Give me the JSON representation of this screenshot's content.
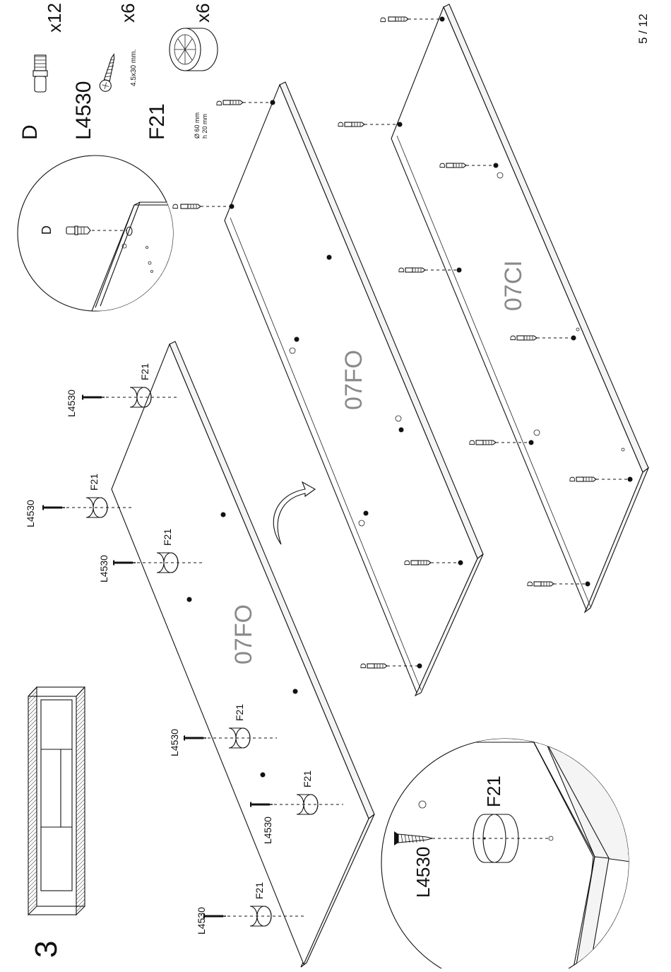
{
  "page": {
    "number": "5 / 12",
    "step": "3"
  },
  "parts": [
    {
      "code": "D",
      "qty": "x12",
      "note": ""
    },
    {
      "code": "L4530",
      "qty": "x6",
      "note": "4.5x30 mm."
    },
    {
      "code": "F21",
      "qty": "x6",
      "note_line1": "Ø 60 mm",
      "note_line2": "h 20 mm"
    }
  ],
  "panels": {
    "top": "07FO",
    "middle": "07FO",
    "bottom": "07CI"
  },
  "labels": {
    "dowel": "D",
    "screw": "L4530",
    "foot": "F21"
  }
}
